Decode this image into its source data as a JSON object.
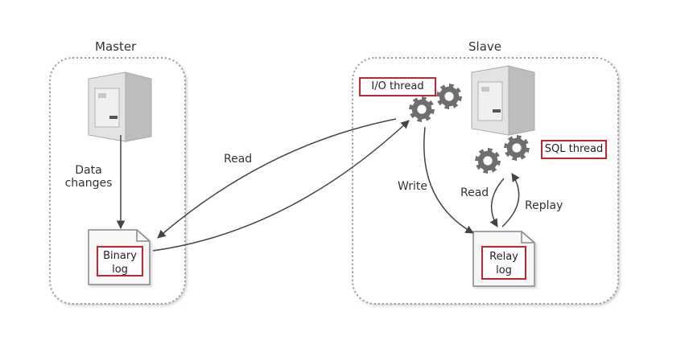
{
  "master": {
    "title": "Master",
    "data_changes_line1": "Data",
    "data_changes_line2": "changes",
    "binary_log_line1": "Binary",
    "binary_log_line2": "log"
  },
  "slave": {
    "title": "Slave",
    "io_thread": "I/O thread",
    "sql_thread": "SQL thread",
    "relay_log_line1": "Relay",
    "relay_log_line2": "log"
  },
  "arrows": {
    "read_from_binlog": "Read",
    "write_to_relay": "Write",
    "read_from_relay": "Read",
    "replay": "Replay"
  },
  "colors": {
    "highlight_border": "#c1272d",
    "gear": "#6e6e6e",
    "region_border": "#999999",
    "arrow": "#444444",
    "server_body": "#d4d4d4"
  }
}
